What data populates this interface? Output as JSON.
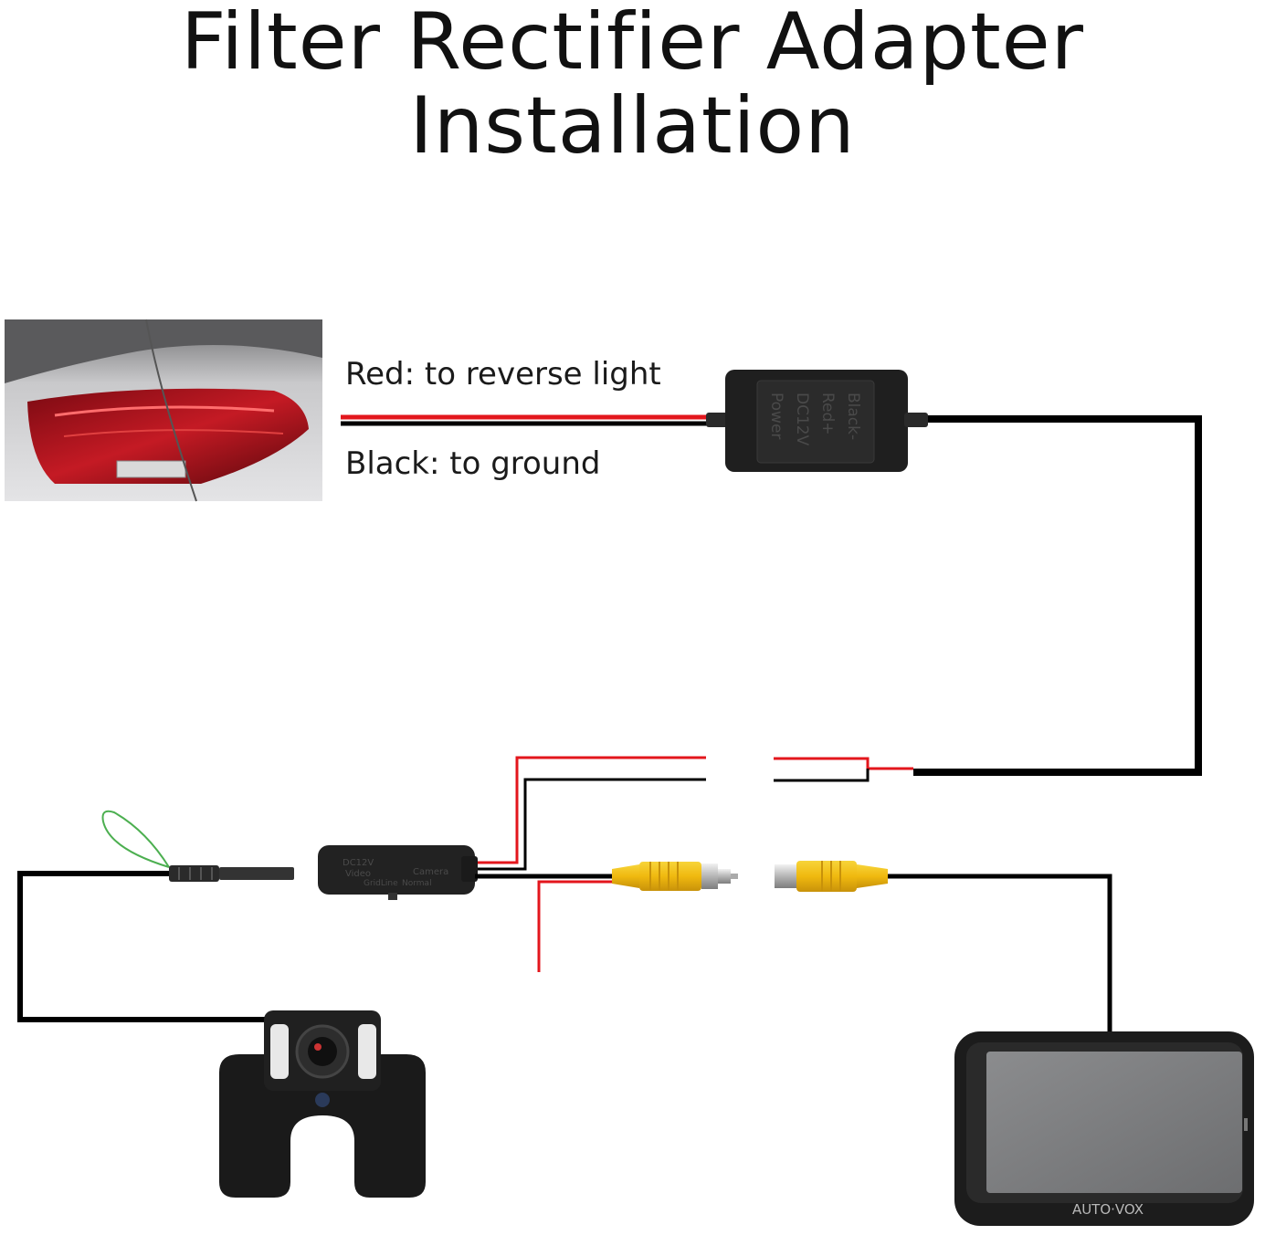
{
  "title": {
    "line1": "Filter Rectifier Adapter",
    "line2": "Installation"
  },
  "labels": {
    "red_wire": "Red: to reverse light",
    "black_wire": "Black: to ground"
  },
  "adapter": {
    "text1": "Power",
    "text2": "DC12V",
    "text3": "Red+",
    "text4": "Black-"
  },
  "cable_box": {
    "text1": "DC12V",
    "text2": "Video",
    "text3": "Camera",
    "text4": "GridLine",
    "text5": "Normal"
  },
  "monitor": {
    "brand": "AUTO·VOX"
  },
  "colors": {
    "red_wire": "#e3161c",
    "black_wire": "#000000",
    "rca_yellow": "#f2c21b",
    "taillight": "#b0141c"
  }
}
